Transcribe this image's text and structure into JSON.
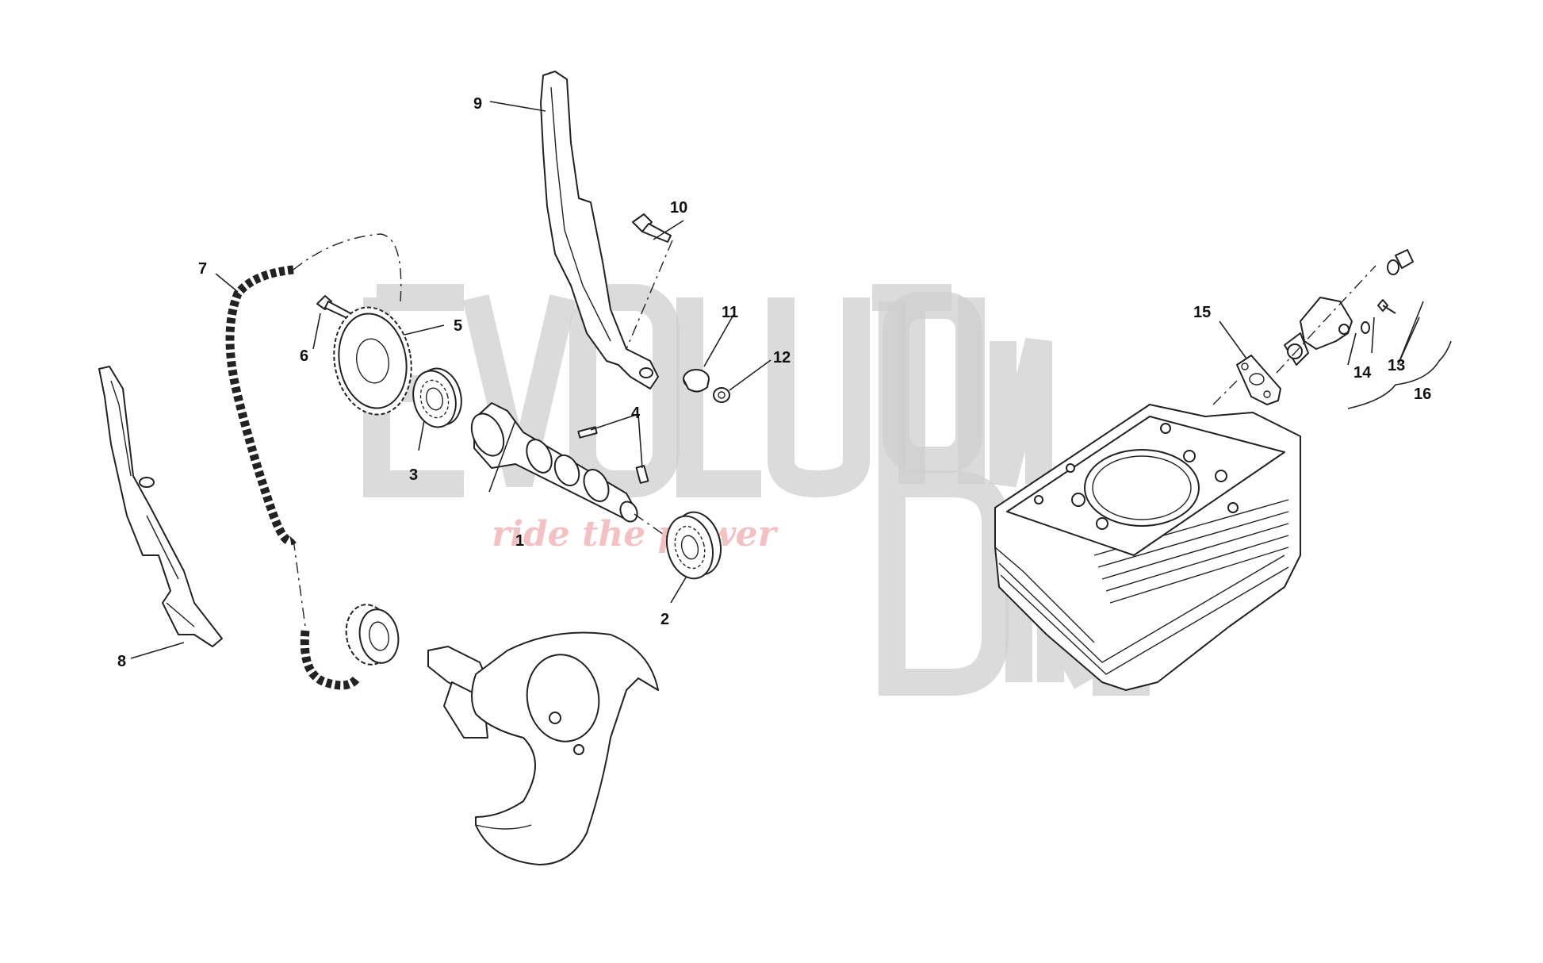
{
  "watermark": {
    "brand_text": "EVOLUTIOn BIKE",
    "tagline": "ride the power",
    "tagline_color": "#f2b7b7",
    "brand_color": "#cfcfcf"
  },
  "callouts": [
    {
      "number": "1"
    },
    {
      "number": "2"
    },
    {
      "number": "3"
    },
    {
      "number": "4"
    },
    {
      "number": "5"
    },
    {
      "number": "6"
    },
    {
      "number": "7"
    },
    {
      "number": "8"
    },
    {
      "number": "9"
    },
    {
      "number": "10"
    },
    {
      "number": "11"
    },
    {
      "number": "12"
    },
    {
      "number": "13"
    },
    {
      "number": "14"
    },
    {
      "number": "15"
    },
    {
      "number": "16"
    }
  ]
}
